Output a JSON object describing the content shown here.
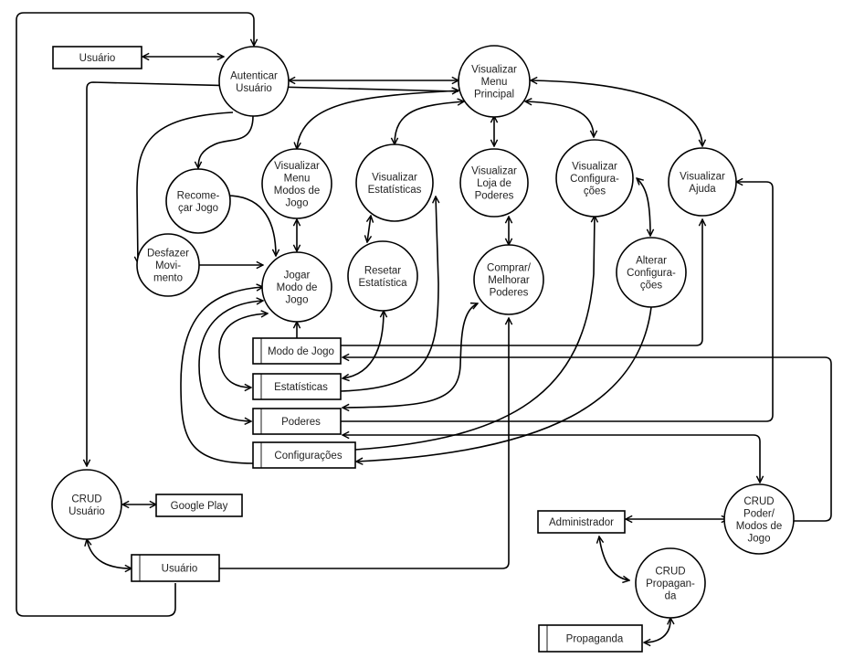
{
  "diagram": {
    "type": "data-flow-diagram",
    "processes": [
      {
        "id": "autenticar",
        "lines": [
          "Autenticar",
          "Usuário"
        ]
      },
      {
        "id": "menu_principal",
        "lines": [
          "Visualizar",
          "Menu",
          "Principal"
        ]
      },
      {
        "id": "recomecar",
        "lines": [
          "Recome-",
          "çar Jogo"
        ]
      },
      {
        "id": "menu_modos",
        "lines": [
          "Visualizar",
          "Menu",
          "Modos de",
          "Jogo"
        ]
      },
      {
        "id": "vis_estat",
        "lines": [
          "Visualizar",
          "Estatísticas"
        ]
      },
      {
        "id": "loja",
        "lines": [
          "Visualizar",
          "Loja de",
          "Poderes"
        ]
      },
      {
        "id": "vis_config",
        "lines": [
          "Visualizar",
          "Configura-",
          "ções"
        ]
      },
      {
        "id": "ajuda",
        "lines": [
          "Visualizar",
          "Ajuda"
        ]
      },
      {
        "id": "desfazer",
        "lines": [
          "Desfazer",
          "Movi-",
          "mento"
        ]
      },
      {
        "id": "jogar",
        "lines": [
          "Jogar",
          "Modo de",
          "Jogo"
        ]
      },
      {
        "id": "resetar",
        "lines": [
          "Resetar",
          "Estatística"
        ]
      },
      {
        "id": "comprar",
        "lines": [
          "Comprar/",
          "Melhorar",
          "Poderes"
        ]
      },
      {
        "id": "alterar",
        "lines": [
          "Alterar",
          "Configura-",
          "ções"
        ]
      },
      {
        "id": "crud_usuario",
        "lines": [
          "CRUD",
          "Usuário"
        ]
      },
      {
        "id": "crud_poder",
        "lines": [
          "CRUD",
          "Poder/",
          "Modos de",
          "Jogo"
        ]
      },
      {
        "id": "crud_propaganda",
        "lines": [
          "CRUD",
          "Propagan-",
          "da"
        ]
      }
    ],
    "entities": [
      {
        "id": "ent_usuario",
        "label": "Usuário"
      },
      {
        "id": "ent_google",
        "label": "Google Play"
      },
      {
        "id": "ent_admin",
        "label": "Administrador"
      }
    ],
    "stores": [
      {
        "id": "st_modo",
        "label": "Modo de Jogo"
      },
      {
        "id": "st_estat",
        "label": "Estatísticas"
      },
      {
        "id": "st_poderes",
        "label": "Poderes"
      },
      {
        "id": "st_config",
        "label": "Configurações"
      },
      {
        "id": "st_usuario",
        "label": "Usuário"
      },
      {
        "id": "st_propaganda",
        "label": "Propaganda"
      }
    ],
    "flows": [
      {
        "from": "ent_usuario",
        "to": "autenticar",
        "bidirectional": true
      },
      {
        "from": "autenticar",
        "to": "menu_principal",
        "bidirectional": true
      },
      {
        "from": "st_usuario",
        "to": "autenticar",
        "bidirectional": false
      },
      {
        "from": "autenticar",
        "to": "recomecar",
        "bidirectional": false
      },
      {
        "from": "autenticar",
        "to": "desfazer",
        "bidirectional": false
      },
      {
        "from": "menu_principal",
        "to": "crud_usuario",
        "bidirectional": false
      },
      {
        "from": "menu_principal",
        "to": "menu_modos",
        "bidirectional": true
      },
      {
        "from": "menu_principal",
        "to": "vis_estat",
        "bidirectional": true
      },
      {
        "from": "menu_principal",
        "to": "loja",
        "bidirectional": true
      },
      {
        "from": "menu_principal",
        "to": "vis_config",
        "bidirectional": true
      },
      {
        "from": "menu_principal",
        "to": "ajuda",
        "bidirectional": true
      },
      {
        "from": "recomecar",
        "to": "jogar",
        "bidirectional": false
      },
      {
        "from": "desfazer",
        "to": "jogar",
        "bidirectional": false
      },
      {
        "from": "menu_modos",
        "to": "jogar",
        "bidirectional": true
      },
      {
        "from": "vis_estat",
        "to": "resetar",
        "bidirectional": true
      },
      {
        "from": "loja",
        "to": "comprar",
        "bidirectional": true
      },
      {
        "from": "vis_config",
        "to": "alterar",
        "bidirectional": true
      },
      {
        "from": "st_modo",
        "to": "jogar",
        "bidirectional": false
      },
      {
        "from": "st_modo",
        "to": "ajuda",
        "bidirectional": false
      },
      {
        "from": "crud_poder",
        "to": "st_modo",
        "bidirectional": false
      },
      {
        "from": "resetar",
        "to": "st_estat",
        "bidirectional": true
      },
      {
        "from": "st_estat",
        "to": "vis_estat",
        "bidirectional": false
      },
      {
        "from": "jogar",
        "to": "st_estat",
        "bidirectional": true
      },
      {
        "from": "comprar",
        "to": "st_poderes",
        "bidirectional": true
      },
      {
        "from": "jogar",
        "to": "st_poderes",
        "bidirectional": true
      },
      {
        "from": "st_poderes",
        "to": "ajuda",
        "bidirectional": false
      },
      {
        "from": "crud_poder",
        "to": "st_poderes",
        "bidirectional": true
      },
      {
        "from": "st_config",
        "to": "jogar",
        "bidirectional": false
      },
      {
        "from": "st_config",
        "to": "vis_config",
        "bidirectional": false
      },
      {
        "from": "alterar",
        "to": "st_config",
        "bidirectional": false
      },
      {
        "from": "crud_usuario",
        "to": "ent_google",
        "bidirectional": true
      },
      {
        "from": "crud_usuario",
        "to": "st_usuario",
        "bidirectional": true
      },
      {
        "from": "st_usuario",
        "to": "comprar",
        "bidirectional": false
      },
      {
        "from": "ent_admin",
        "to": "crud_poder",
        "bidirectional": true
      },
      {
        "from": "ent_admin",
        "to": "crud_propaganda",
        "bidirectional": true
      },
      {
        "from": "crud_propaganda",
        "to": "st_propaganda",
        "bidirectional": true
      }
    ]
  }
}
